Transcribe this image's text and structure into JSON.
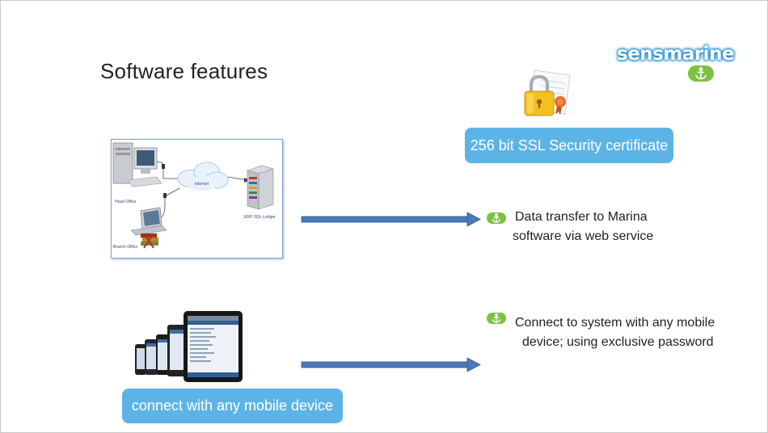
{
  "slide": {
    "title": "Software features"
  },
  "logo": {
    "text": "sensmarine",
    "icon": "anchor-icon"
  },
  "badges": {
    "ssl": "256 bit SSL Security certificate",
    "mobile": "connect with any mobile device"
  },
  "diagram": {
    "head_office": "Head Office",
    "branch_office": "Branch Office",
    "internet": "Internet",
    "server": "ERP SQL-Ledger"
  },
  "bullets": [
    {
      "icon": "anchor-icon",
      "line1": "Data transfer to Marina",
      "line2": "software via web service"
    },
    {
      "icon": "anchor-icon",
      "line1": "Connect to system with any mobile",
      "line2": "device; using exclusive password"
    }
  ],
  "colors": {
    "pill": "#5cb4e6",
    "arrow": "#4a7ab8",
    "bullet": "#7cc140",
    "logo": "#1e88c8"
  }
}
